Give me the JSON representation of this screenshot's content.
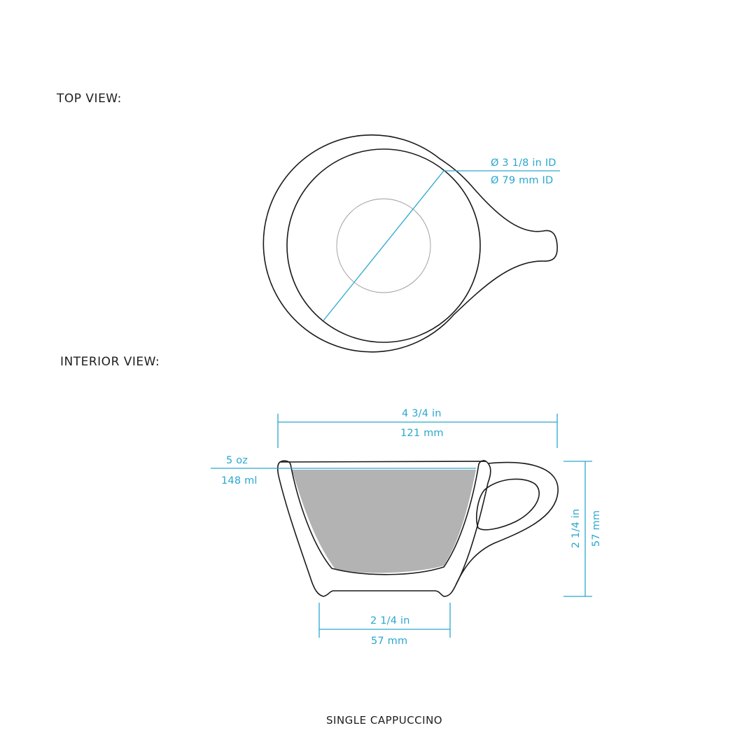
{
  "labels": {
    "top_view": "TOP VIEW:",
    "interior_view": "INTERIOR VIEW:",
    "product_name": "SINGLE CAPPUCCINO"
  },
  "dimensions": {
    "inner_diameter_in": "Ø 3 1/8 in ID",
    "inner_diameter_mm": "Ø 79 mm ID",
    "width_in": "4 3/4 in",
    "width_mm": "121 mm",
    "volume_oz": "5  oz",
    "volume_ml": "148 ml",
    "base_in": "2 1/4 in",
    "base_mm": "57 mm",
    "height_in": "2 1/4 in",
    "height_mm": "57 mm"
  },
  "colors": {
    "dimension_accent": "#2aa7cf",
    "outline": "#1a1a1a",
    "liquid_fill": "#b3b3b3"
  }
}
